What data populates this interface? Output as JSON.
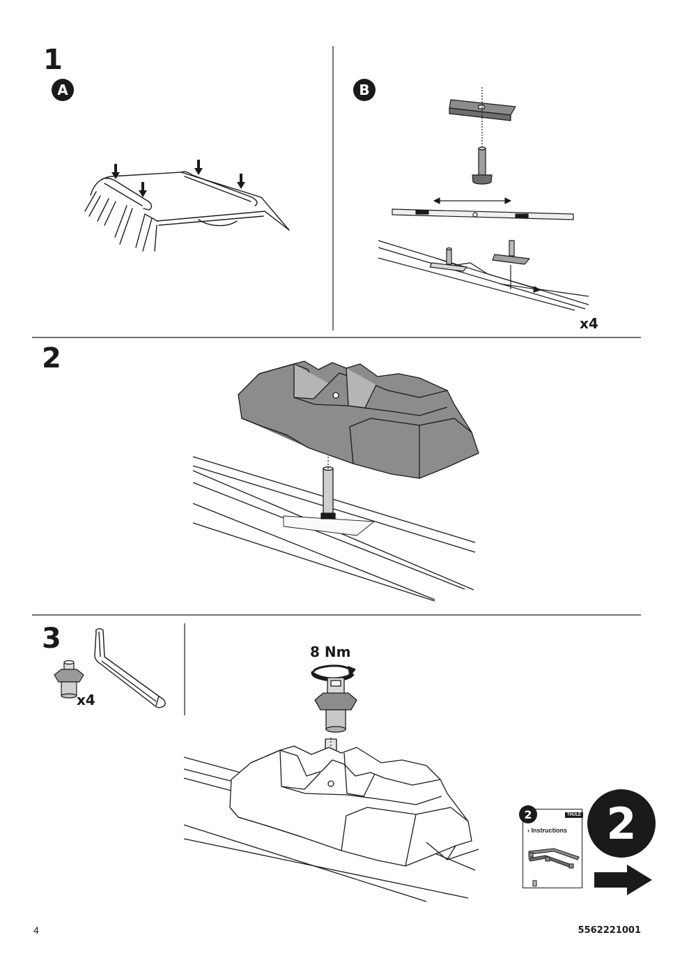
{
  "steps": {
    "step1": {
      "number": "1",
      "sub_a": "A",
      "sub_b": "B",
      "qty": "x4"
    },
    "step2": {
      "number": "2"
    },
    "step3": {
      "number": "3",
      "qty": "x4",
      "torque": "8 Nm"
    }
  },
  "next": {
    "booklet_badge": "2",
    "booklet_brand": "THULE",
    "booklet_title": "› Instructions",
    "big_number": "2"
  },
  "footer": {
    "page_number": "4",
    "doc_number": "5562221001"
  },
  "colors": {
    "ink": "#1a1a1a",
    "part_fill": "#8c8c8c",
    "part_dark": "#6e6e6e",
    "light_fill": "#e6e6e6"
  }
}
